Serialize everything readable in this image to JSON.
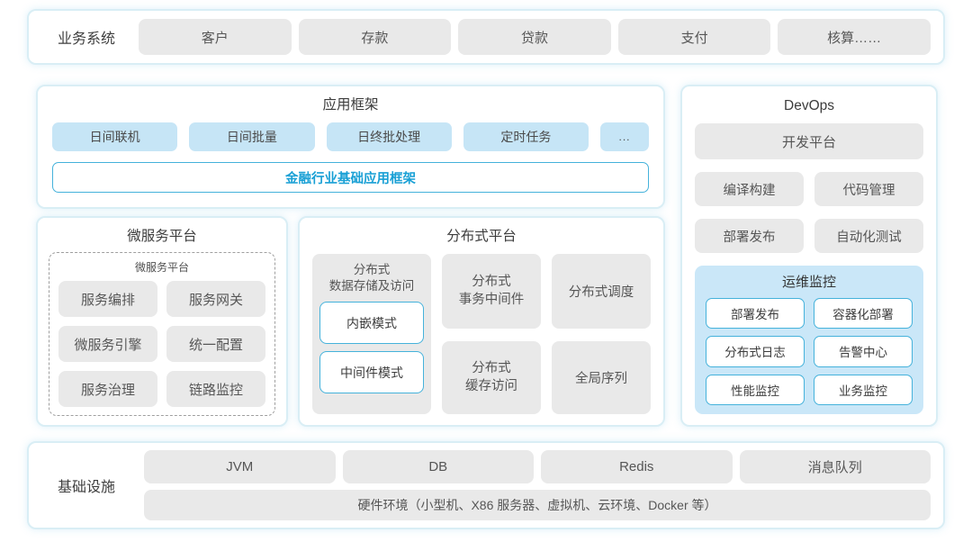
{
  "colors": {
    "panel_border": "#d9eef5",
    "box_gray": "#e9e9e9",
    "box_blue": "#c6e5f6",
    "cyan_border": "#45b2db",
    "accent_text": "#19a0d5",
    "ops_panel_bg": "#cae7f8",
    "text_dark": "#3c3c3c"
  },
  "business_systems": {
    "label": "业务系统",
    "items": [
      "客户",
      "存款",
      "贷款",
      "支付",
      "核算……"
    ]
  },
  "app_framework": {
    "title": "应用框架",
    "items": [
      "日间联机",
      "日间批量",
      "日终批处理",
      "定时任务",
      "..."
    ],
    "base_framework": "金融行业基础应用框架"
  },
  "microservice_platform": {
    "title": "微服务平台",
    "inner_title": "微服务平台",
    "items": [
      "服务编排",
      "服务网关",
      "微服务引擎",
      "统一配置",
      "服务治理",
      "链路监控"
    ]
  },
  "distributed_platform": {
    "title": "分布式平台",
    "storage": {
      "label": "分布式\n数据存储及访问",
      "modes": [
        "内嵌模式",
        "中间件模式"
      ]
    },
    "cells": [
      "分布式\n事务中间件",
      "分布式调度",
      "分布式\n缓存访问",
      "全局序列"
    ]
  },
  "devops": {
    "title": "DevOps",
    "dev_platform": "开发平台",
    "items": [
      "编译构建",
      "代码管理",
      "部署发布",
      "自动化测试"
    ],
    "ops_monitoring": {
      "title": "运维监控",
      "items": [
        "部署发布",
        "容器化部署",
        "分布式日志",
        "告警中心",
        "性能监控",
        "业务监控"
      ]
    }
  },
  "infrastructure": {
    "label": "基础设施",
    "items": [
      "JVM",
      "DB",
      "Redis",
      "消息队列"
    ],
    "hardware": "硬件环境（小型机、X86 服务器、虚拟机、云环境、Docker 等）"
  }
}
